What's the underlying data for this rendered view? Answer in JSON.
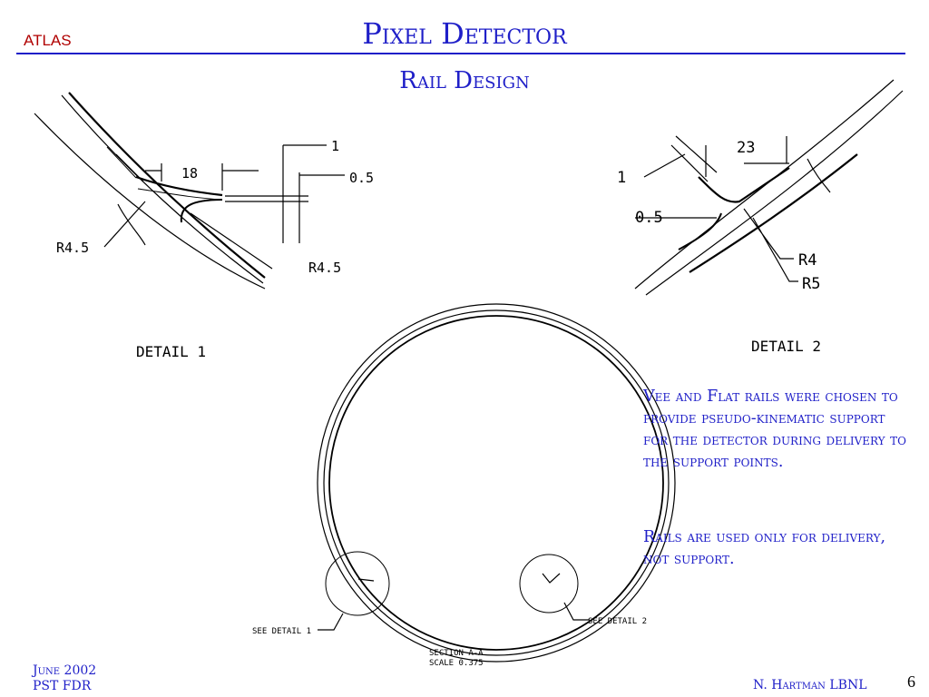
{
  "header": {
    "logo": "ATLAS",
    "title": "Pixel Detector",
    "subtitle": "Rail Design"
  },
  "drawing": {
    "detail1": {
      "caption": "DETAIL  1",
      "dims": [
        "18",
        "1",
        "0.5",
        "R4.5",
        "R4.5"
      ]
    },
    "detail2": {
      "caption": "DETAIL  2",
      "dims": [
        "23",
        "1",
        "0.5",
        "R4",
        "R5"
      ]
    },
    "section": {
      "callout1": "SEE DETAIL  1",
      "callout2": "SEE DETAIL  2",
      "section_label": "SECTION  A-A",
      "scale_label": "SCALE  0.375"
    }
  },
  "notes": [
    "Vee and Flat rails were chosen to provide pseudo-kinematic support for the detector during delivery to the support points.",
    "Rails are used only for delivery, not support."
  ],
  "footer": {
    "date_line1": "June 2002",
    "date_line2": "PST FDR",
    "author": "N. Hartman LBNL",
    "page": "6"
  },
  "colors": {
    "text": "#1f1fc8",
    "logo": "#b00000",
    "line": "#000000"
  }
}
